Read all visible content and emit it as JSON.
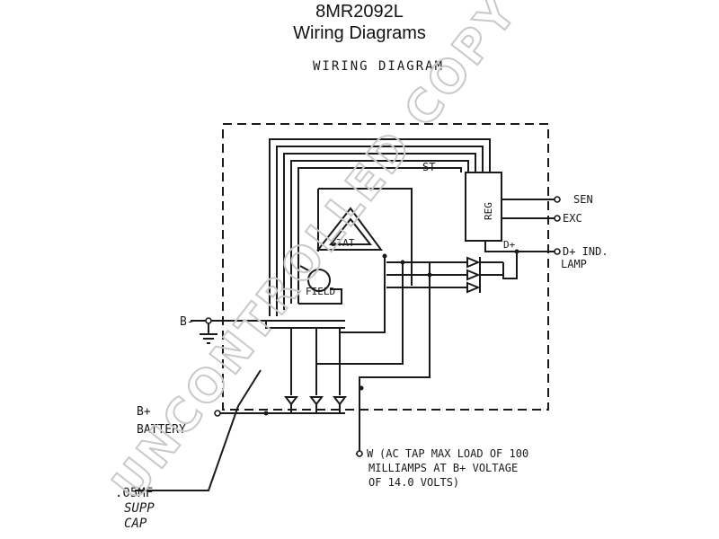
{
  "header": {
    "model": "8MR2092L",
    "subtitle": "Wiring Diagrams"
  },
  "diagram": {
    "heading": "WIRING DIAGRAM",
    "watermark": "UNCONTROLLED COPY",
    "components": {
      "stator": "STAT",
      "field": "FIELD",
      "regulator": "REG",
      "st_label": "ST"
    },
    "terminals": {
      "b_minus": "B-",
      "b_plus": "B+",
      "battery": "BATTERY",
      "sen": "SEN",
      "exc": "EXC",
      "d_plus_inner": "D+",
      "d_plus_outer": "D+ IND.",
      "lamp": "LAMP",
      "w": "W"
    },
    "notes": {
      "ac_tap_line1": "(AC TAP MAX LOAD OF 100",
      "ac_tap_line2": "MILLIAMPS AT B+ VOLTAGE",
      "ac_tap_line3": "OF 14.0 VOLTS)",
      "cap_line1": ".05MF",
      "cap_line2": "SUPP",
      "cap_line3": "CAP"
    }
  }
}
